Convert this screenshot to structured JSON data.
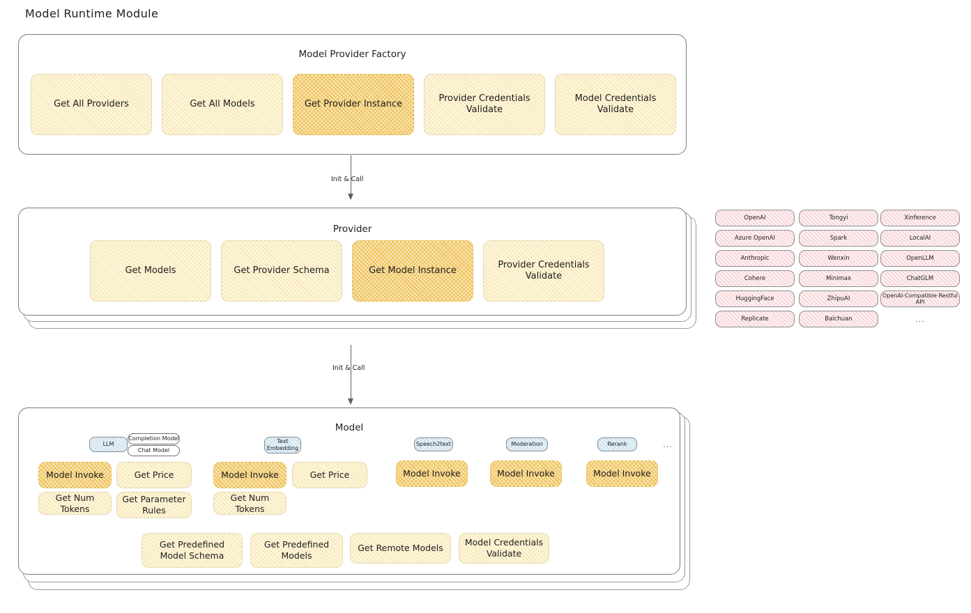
{
  "title": "Model Runtime Module",
  "factory": {
    "title": "Model Provider Factory",
    "nodes": [
      {
        "label": "Get All Providers",
        "highlight": false
      },
      {
        "label": "Get All Models",
        "highlight": false
      },
      {
        "label": "Get Provider Instance",
        "highlight": true
      },
      {
        "label": "Provider Credentials Validate",
        "highlight": false
      },
      {
        "label": "Model Credentials Validate",
        "highlight": false
      }
    ]
  },
  "arrow1": {
    "label": "Init & Call"
  },
  "provider": {
    "title": "Provider",
    "nodes": [
      {
        "label": "Get Models",
        "highlight": false
      },
      {
        "label": "Get Provider Schema",
        "highlight": false
      },
      {
        "label": "Get Model Instance",
        "highlight": true
      },
      {
        "label": "Provider Credentials Validate",
        "highlight": false
      }
    ]
  },
  "arrow2": {
    "label": "Init & Call"
  },
  "provider_list": {
    "columns": [
      [
        "OpenAI",
        "Azure OpenAI",
        "Anthropic",
        "Cohere",
        "HuggingFace",
        "Replicate"
      ],
      [
        "Tongyi",
        "Spark",
        "Wenxin",
        "Minimax",
        "ZhipuAI",
        "Baichuan"
      ],
      [
        "Xinference",
        "LocalAI",
        "OpenLLM",
        "ChatGLM",
        "OpenAI-Compatible Restful API"
      ]
    ],
    "more": "..."
  },
  "model": {
    "title": "Model",
    "more": "...",
    "types": [
      {
        "name": "LLM",
        "sub": [
          "Completion Model",
          "Chat Model"
        ],
        "ops": [
          {
            "label": "Model Invoke",
            "highlight": true
          },
          {
            "label": "Get Price",
            "highlight": false
          },
          {
            "label": "Get Num Tokens",
            "highlight": false
          },
          {
            "label": "Get Parameter Rules",
            "highlight": false
          }
        ]
      },
      {
        "name": "Text Embedding",
        "sub": [],
        "ops": [
          {
            "label": "Model Invoke",
            "highlight": true
          },
          {
            "label": "Get Price",
            "highlight": false
          },
          {
            "label": "Get Num Tokens",
            "highlight": false
          }
        ]
      },
      {
        "name": "Speech2text",
        "sub": [],
        "ops": [
          {
            "label": "Model Invoke",
            "highlight": true
          }
        ]
      },
      {
        "name": "Moderation",
        "sub": [],
        "ops": [
          {
            "label": "Model Invoke",
            "highlight": true
          }
        ]
      },
      {
        "name": "Rerank",
        "sub": [],
        "ops": [
          {
            "label": "Model Invoke",
            "highlight": true
          }
        ]
      }
    ],
    "common_ops": [
      "Get Predefined Model Schema",
      "Get Predefined Models",
      "Get Remote Models",
      "Model Credentials Validate"
    ]
  }
}
